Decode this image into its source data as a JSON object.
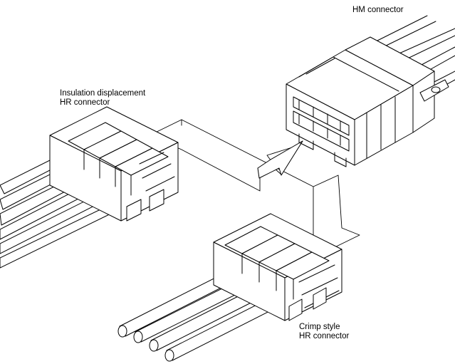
{
  "labels": {
    "hm": [
      "HM connector"
    ],
    "idc": [
      "Insulation displacement",
      "HR connector"
    ],
    "crimp": [
      "Crimp style",
      "HR connector"
    ]
  }
}
